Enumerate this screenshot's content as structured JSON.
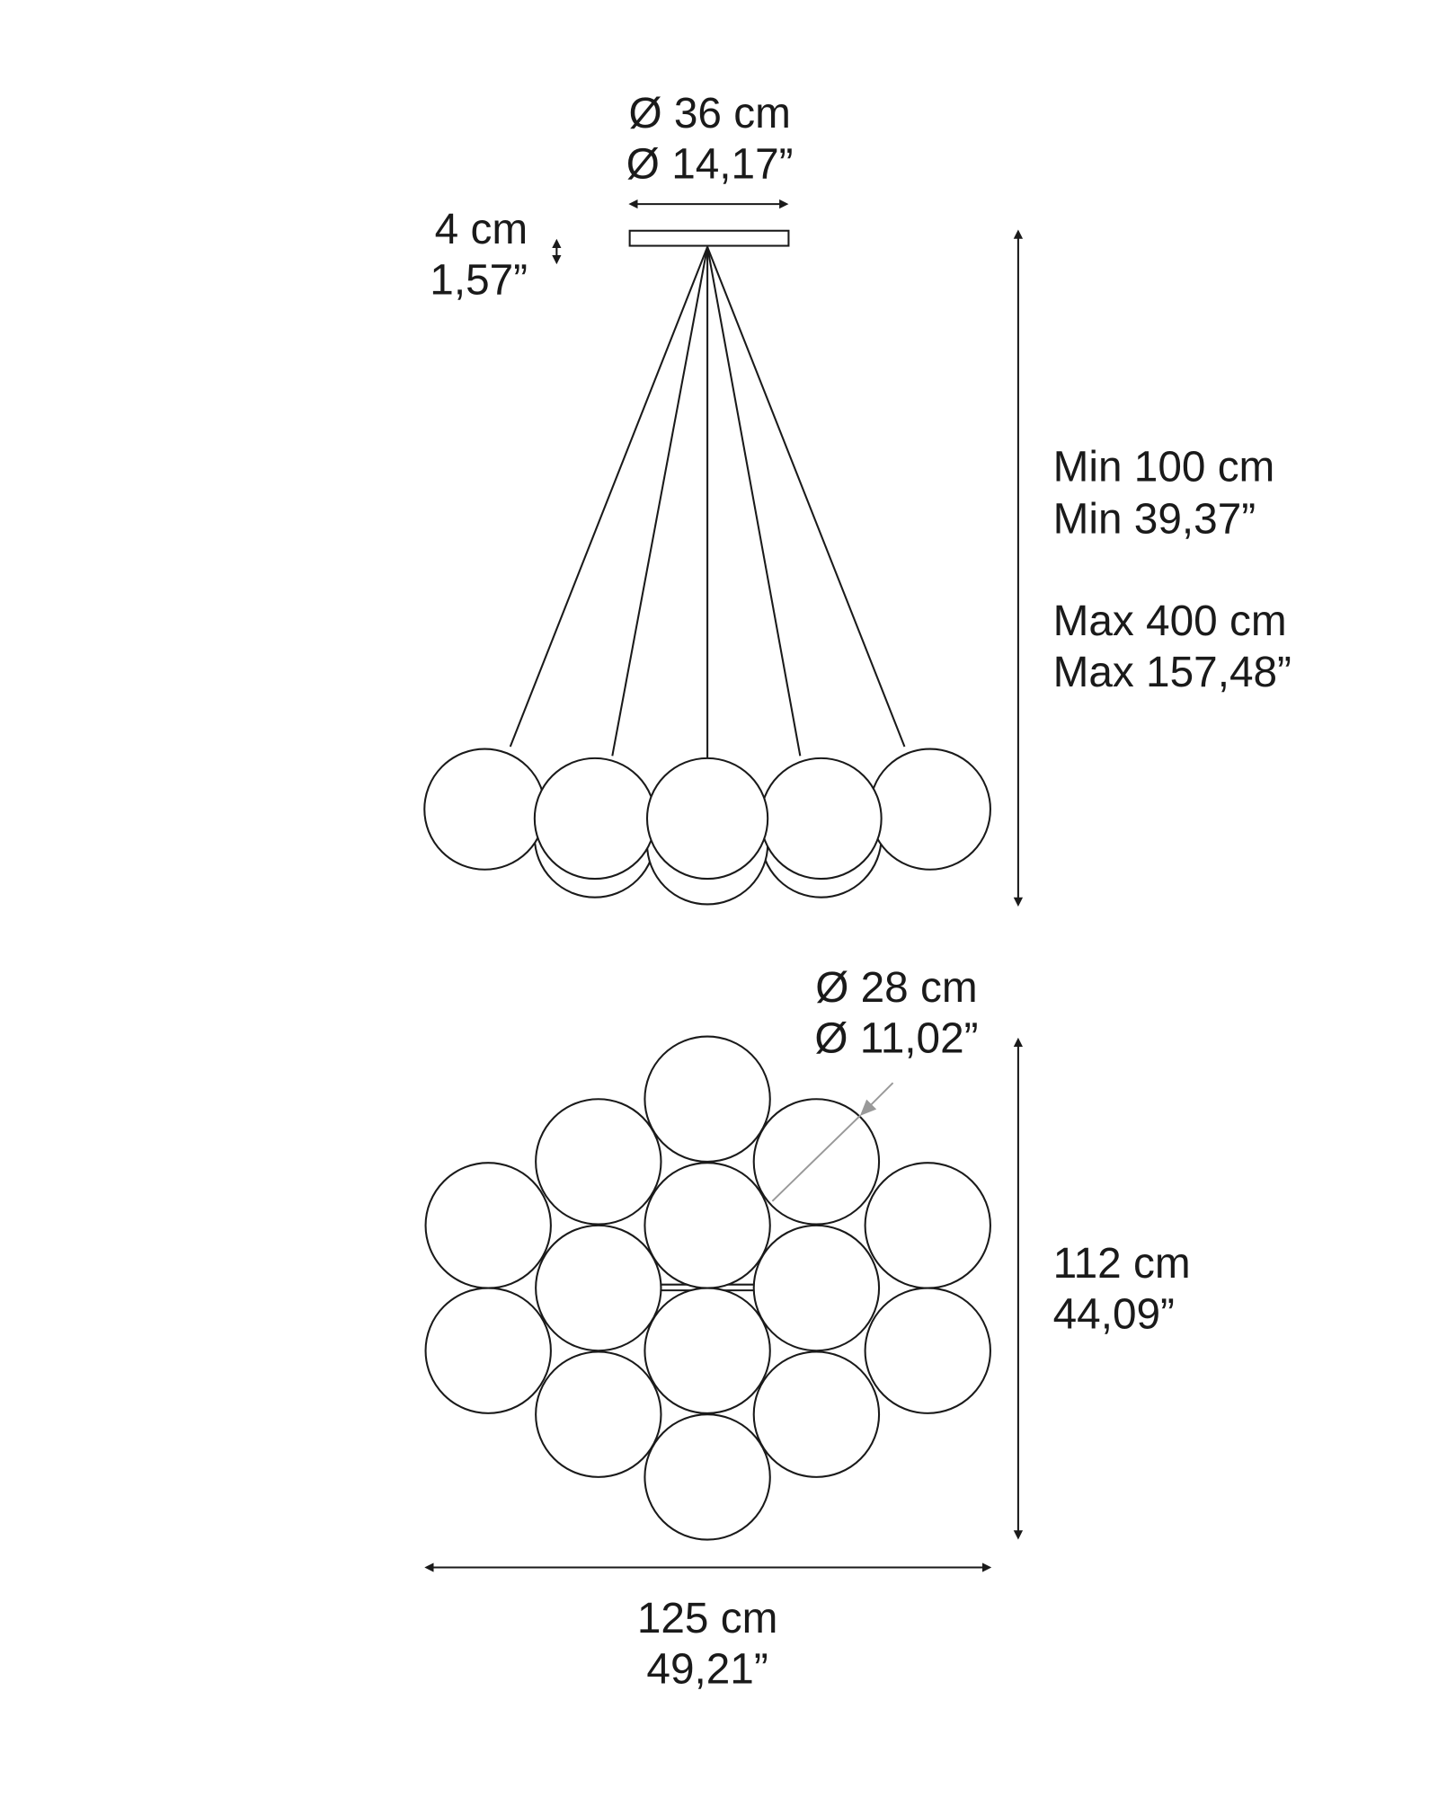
{
  "side_view": {
    "canopy_diameter_cm": "Ø 36 cm",
    "canopy_diameter_in": "Ø 14,17”",
    "canopy_height_cm": "4 cm",
    "canopy_height_in": "1,57”",
    "min_height_cm": "Min 100 cm",
    "min_height_in": "Min 39,37”",
    "max_height_cm": "Max 400 cm",
    "max_height_in": "Max 157,48”"
  },
  "top_view": {
    "sphere_diameter_cm": "Ø 28 cm",
    "sphere_diameter_in": "Ø 11,02”",
    "depth_cm": "112 cm",
    "depth_in": "44,09”",
    "width_cm": "125 cm",
    "width_in": "49,21”",
    "sphere_count": 14
  }
}
